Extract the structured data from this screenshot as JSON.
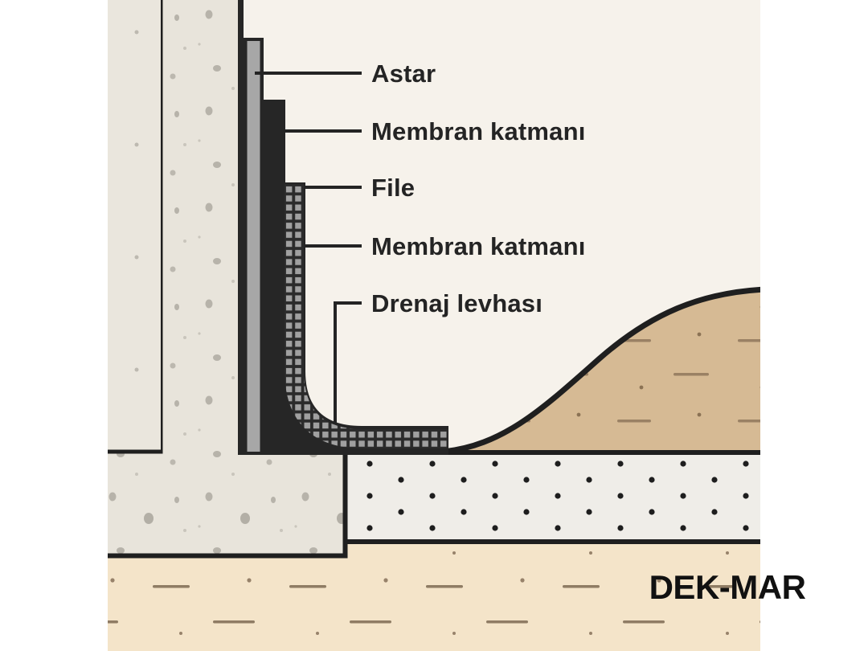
{
  "diagram": {
    "labels": [
      {
        "text": "Astar"
      },
      {
        "text": "Membran katmanı"
      },
      {
        "text": "File"
      },
      {
        "text": "Membran katmanı"
      },
      {
        "text": "Drenaj levhası"
      }
    ],
    "brand": "DEK-MAR",
    "colors": {
      "page_margin": "#ffffff",
      "background": "#f6f2eb",
      "concrete": "#e8e4db",
      "concrete_speckle": "#b7b3aa",
      "outline": "#1f1f1f",
      "primer_gray": "#a7a7a7",
      "membrane_black": "#262626",
      "mesh_square": "#a0a0a0",
      "backfill_tan": "#d6ba94",
      "backfill_mark": "#9a8164",
      "gravel": "#efede8",
      "gravel_dot": "#1e1e1e",
      "subsoil": "#f4e4c9",
      "subsoil_mark": "#8f7c64",
      "label_text": "#242424"
    }
  }
}
